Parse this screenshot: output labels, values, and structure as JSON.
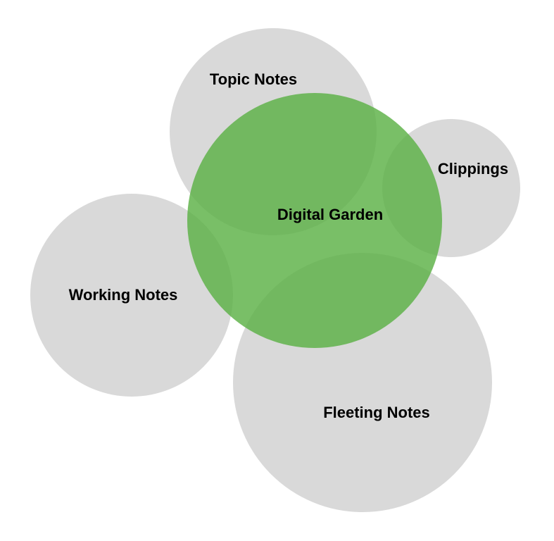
{
  "diagram": {
    "colors": {
      "background": "#ffffff",
      "outer_circle": "#d9d9d9",
      "center_circle": "#5cb145",
      "label": "#000000"
    },
    "center": {
      "label": "Digital Garden"
    },
    "satellites": [
      {
        "key": "topic",
        "label": "Topic Notes"
      },
      {
        "key": "clippings",
        "label": "Clippings"
      },
      {
        "key": "working",
        "label": "Working Notes"
      },
      {
        "key": "fleeting",
        "label": "Fleeting Notes"
      }
    ]
  }
}
